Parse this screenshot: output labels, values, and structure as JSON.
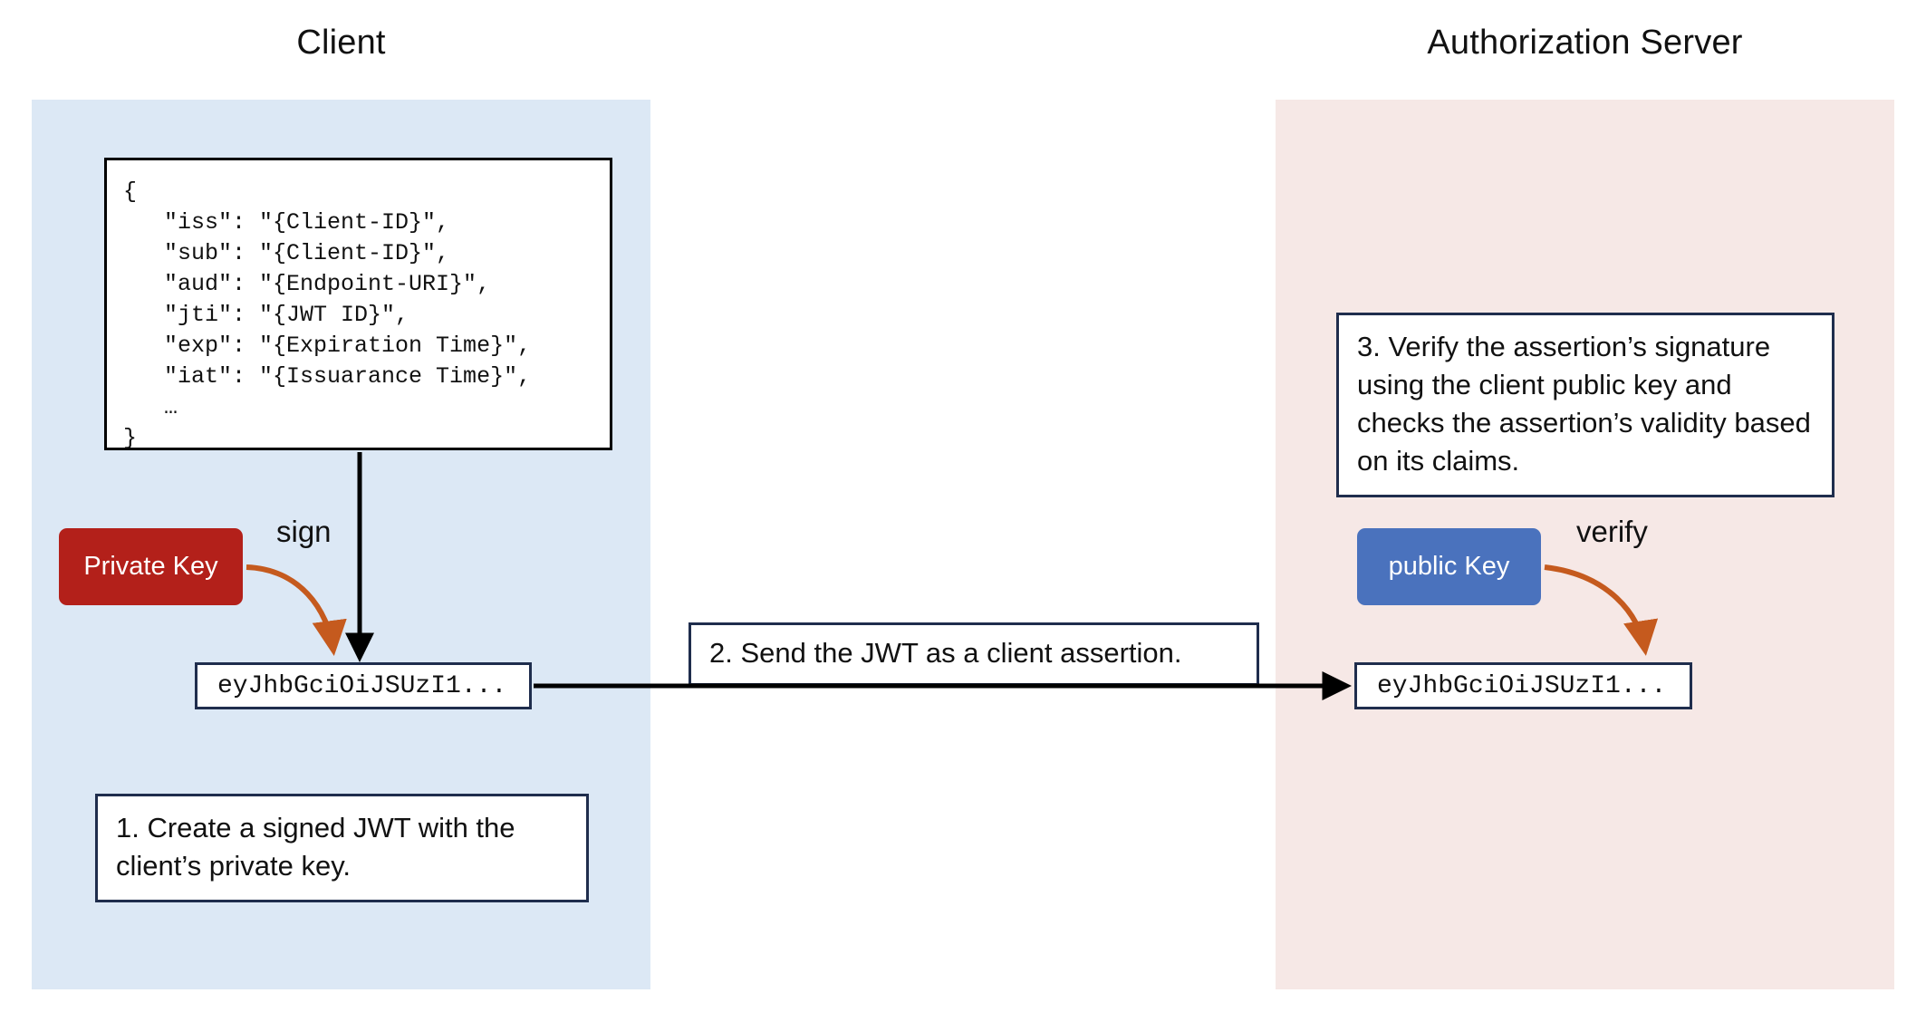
{
  "panels": {
    "client": {
      "title": "Client",
      "bg": "#dce8f5"
    },
    "server": {
      "title": "Authorization Server",
      "bg": "#f6e8e6"
    }
  },
  "jwt_claims_box": {
    "code": "{\n   ″iss″: ″{Client-ID}″,\n   ″sub″: ″{Client-ID}″,\n   ″aud″: ″{Endpoint-URI}″,\n   ″jti″: ″{JWT ID}″,\n   ″exp″: ″{Expiration Time}″,\n   ″iat″: ″{Issuarance Time}″,\n   …\n}"
  },
  "keys": {
    "private": {
      "label": "Private Key",
      "color": "#b3201a"
    },
    "public": {
      "label": "public Key",
      "color": "#4a72bd"
    }
  },
  "arrow_labels": {
    "sign": "sign",
    "verify": "verify",
    "color": "#c55a1e"
  },
  "tokens": {
    "client_jwt": "eyJhbGciOiJSUzI1...",
    "server_jwt": "eyJhbGciOiJSUzI1..."
  },
  "steps": {
    "step1": "1. Create a signed JWT with the client’s private key.",
    "step2": "2. Send the JWT as a client assertion.",
    "step3": "3. Verify the assertion’s signature using the client public key and checks the assertion’s validity based on its claims."
  }
}
